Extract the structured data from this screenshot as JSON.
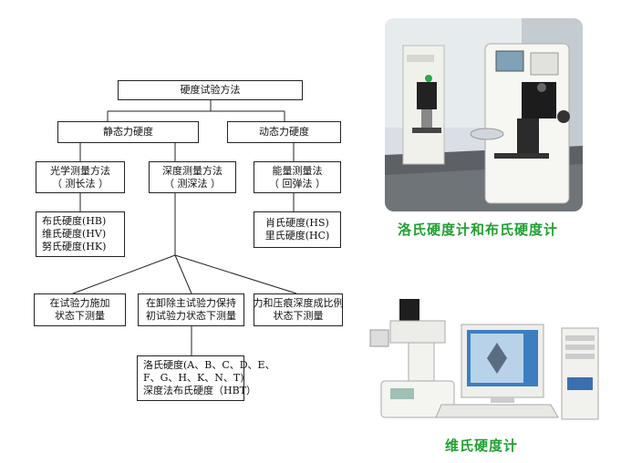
{
  "diagram": {
    "root": "硬度试验方法",
    "static": "静态力硬度",
    "dynamic": "动态力硬度",
    "optical": [
      "光学测量方法",
      "（ 测长法 ）"
    ],
    "depth": [
      "深度测量方法",
      "（ 测深法 ）"
    ],
    "energy": [
      "能量测量法",
      "（ 回弹法 ）"
    ],
    "optical_list": [
      "布氏硬度(HB)",
      "维氏硬度(HV)",
      "努氏硬度(HK)"
    ],
    "energy_list": [
      "肖氏硬度(HS)",
      "里氏硬度(HC)"
    ],
    "cond1": [
      "在试验力施加",
      "状态下测量"
    ],
    "cond2": [
      "在卸除主试验力保持",
      "初试验力状态下测量"
    ],
    "cond3": [
      "力和压痕深度成比例",
      "状态下测量"
    ],
    "rockwell": [
      "洛氏硬度(A、B、C、D、E、",
      "F、G、H、K、N、T)",
      "深度法布氏硬度（HBT）"
    ]
  },
  "photos": {
    "top_caption": "洛氏硬度计和布氏硬度计",
    "bottom_caption": "维氏硬度计"
  }
}
